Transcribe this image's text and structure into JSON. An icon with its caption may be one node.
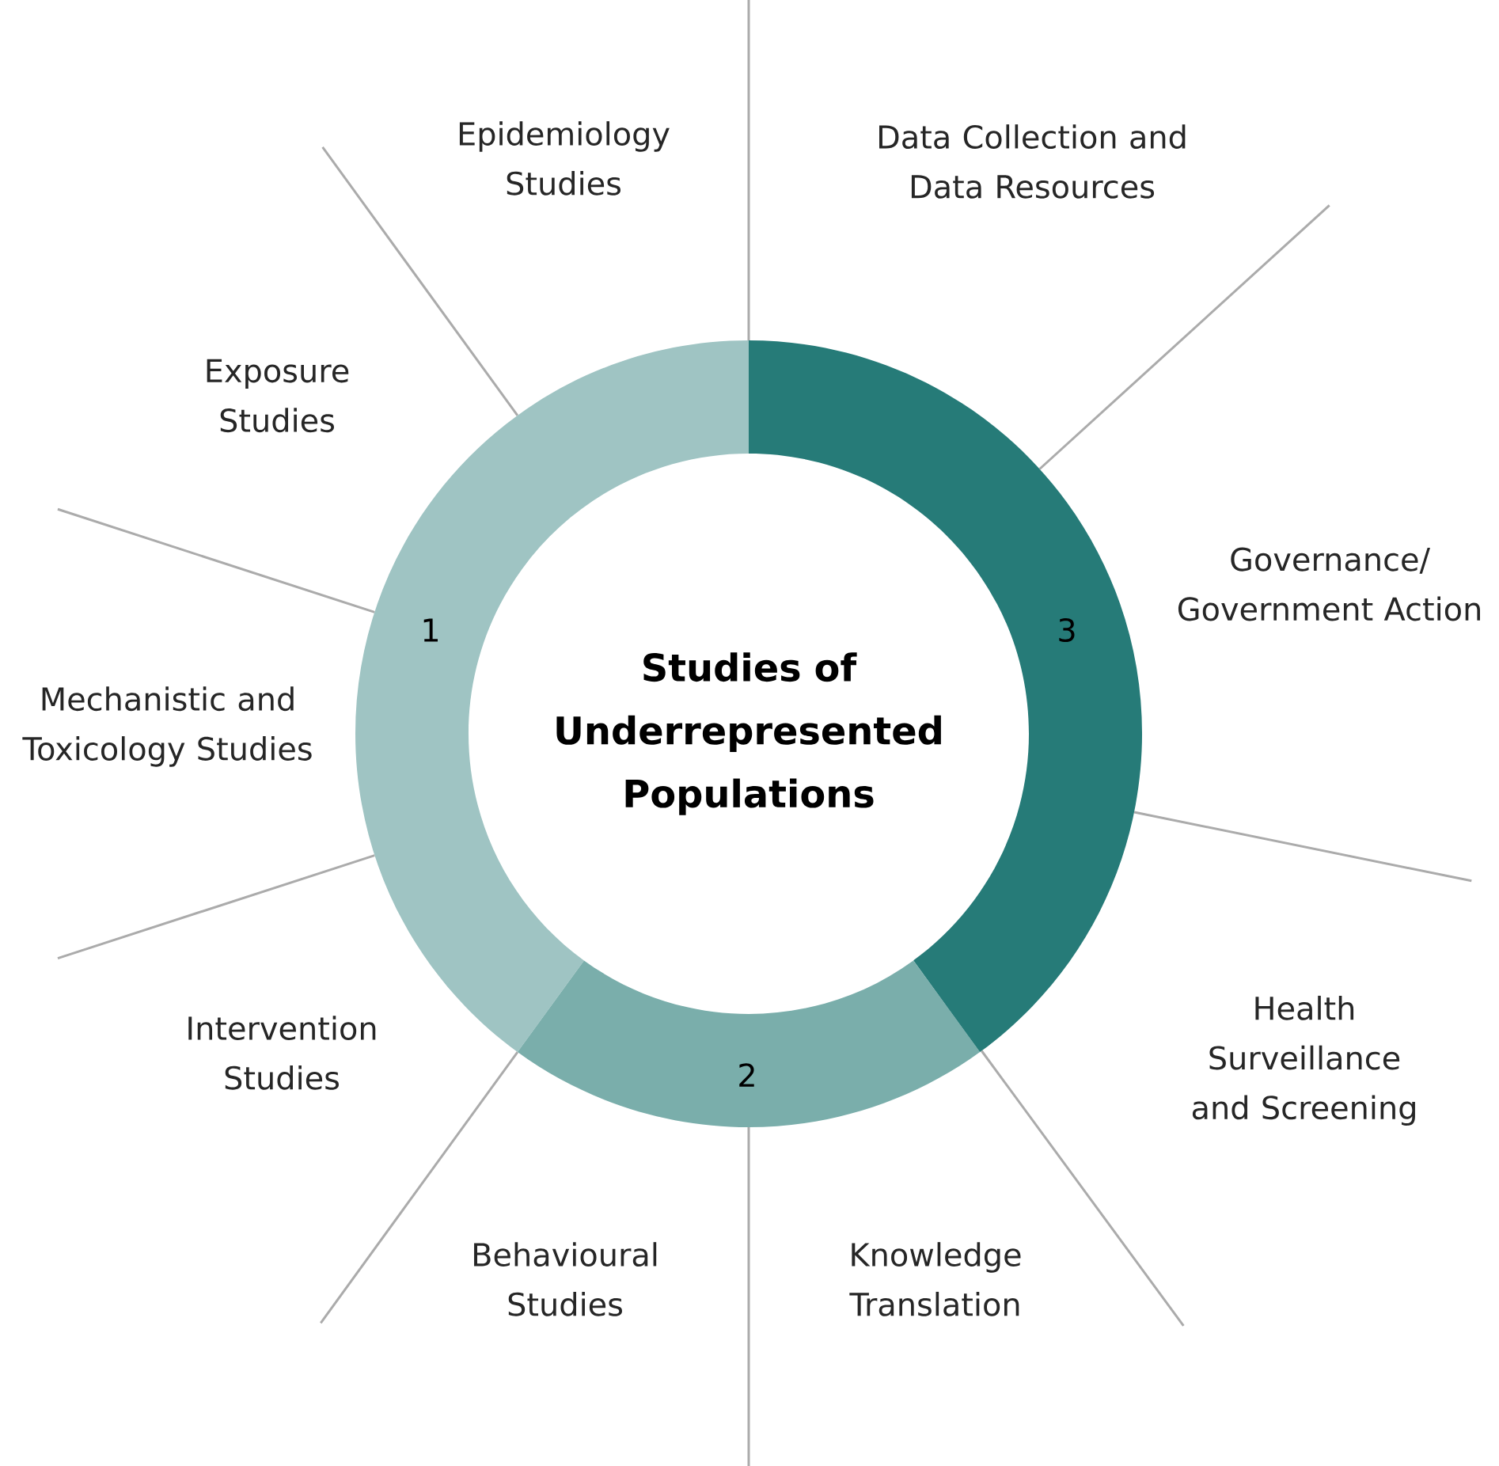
{
  "diagram": {
    "nodes": [
      {
        "text": [
          "Studies of Underrepresented Populations"
        ]
      },
      {
        "text": [
          "1"
        ]
      },
      {
        "text": [
          "2"
        ]
      },
      {
        "text": [
          "3"
        ]
      }
    ],
    "labels": [
      "Epidemiology Studies",
      "Data Collection and Data Resources",
      "Exposure Studies",
      "Governance/ Government Action",
      "Mechanistic and Toxicology Studies",
      "Intervention Studies",
      "Health Surveillance and Screening",
      "Behavioural Studies",
      "Knowledge Translation"
    ]
  }
}
